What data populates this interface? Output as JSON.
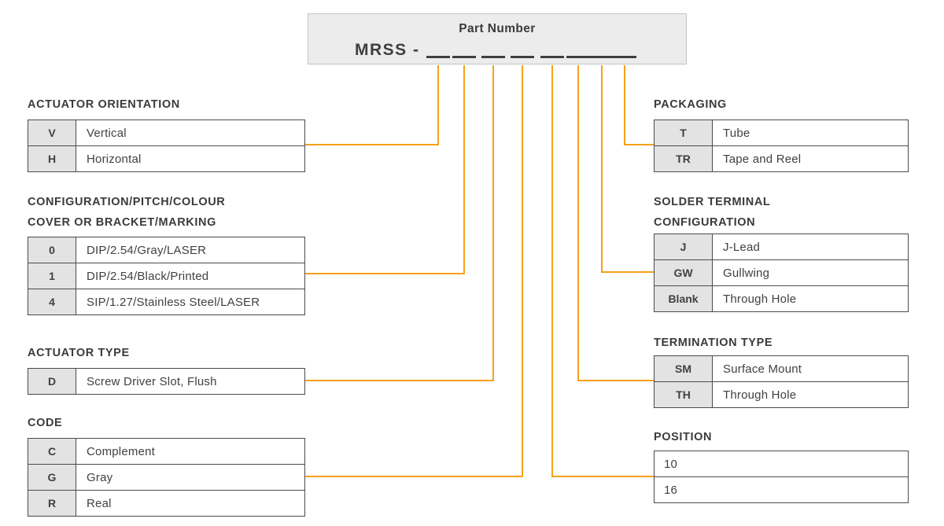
{
  "part_number_box": {
    "title": "Part Number",
    "prefix": "MRSS -",
    "blank_count": 8
  },
  "colors": {
    "connector_orange": "#F7A11A",
    "key_cell_bg": "#E3E3E3",
    "table_border": "#4A4B4D",
    "box_bg": "#ECECEC",
    "box_border": "#C4C4C4",
    "heading_text": "#3B3B3D",
    "body_text": "#414042"
  },
  "sections": [
    {
      "id": "actuator-orientation",
      "title_lines": [
        "ACTUATOR ORIENTATION"
      ],
      "side": "left",
      "rows": [
        {
          "key": "V",
          "value": "Vertical"
        },
        {
          "key": "H",
          "value": "Horizontal"
        }
      ]
    },
    {
      "id": "configuration-pitch-colour",
      "title_lines": [
        "CONFIGURATION/PITCH/COLOUR",
        "COVER OR BRACKET/MARKING"
      ],
      "side": "left",
      "rows": [
        {
          "key": "0",
          "value": "DIP/2.54/Gray/LASER"
        },
        {
          "key": "1",
          "value": "DIP/2.54/Black/Printed"
        },
        {
          "key": "4",
          "value": "SIP/1.27/Stainless Steel/LASER"
        }
      ]
    },
    {
      "id": "actuator-type",
      "title_lines": [
        "ACTUATOR TYPE"
      ],
      "side": "left",
      "rows": [
        {
          "key": "D",
          "value": "Screw Driver Slot, Flush"
        }
      ]
    },
    {
      "id": "code",
      "title_lines": [
        "CODE"
      ],
      "side": "left",
      "rows": [
        {
          "key": "C",
          "value": "Complement"
        },
        {
          "key": "G",
          "value": "Gray"
        },
        {
          "key": "R",
          "value": "Real"
        }
      ]
    },
    {
      "id": "packaging",
      "title_lines": [
        "PACKAGING"
      ],
      "side": "right",
      "rows": [
        {
          "key": "T",
          "value": "Tube"
        },
        {
          "key": "TR",
          "value": "Tape and Reel"
        }
      ]
    },
    {
      "id": "solder-terminal-configuration",
      "title_lines": [
        "SOLDER TERMINAL",
        "CONFIGURATION"
      ],
      "side": "right",
      "rows": [
        {
          "key": "J",
          "value": "J-Lead"
        },
        {
          "key": "GW",
          "value": "Gullwing"
        },
        {
          "key": "Blank",
          "value": "Through Hole"
        }
      ]
    },
    {
      "id": "termination-type",
      "title_lines": [
        "TERMINATION TYPE"
      ],
      "side": "right",
      "rows": [
        {
          "key": "SM",
          "value": "Surface Mount"
        },
        {
          "key": "TH",
          "value": "Through Hole"
        }
      ]
    },
    {
      "id": "position",
      "title_lines": [
        "POSITION"
      ],
      "side": "right",
      "rows": [
        {
          "value": "10"
        },
        {
          "value": "16"
        }
      ]
    }
  ],
  "digit_links": [
    "actuator-orientation",
    "configuration-pitch-colour",
    "actuator-type",
    "code",
    "position",
    "termination-type",
    "solder-terminal-configuration",
    "packaging"
  ]
}
